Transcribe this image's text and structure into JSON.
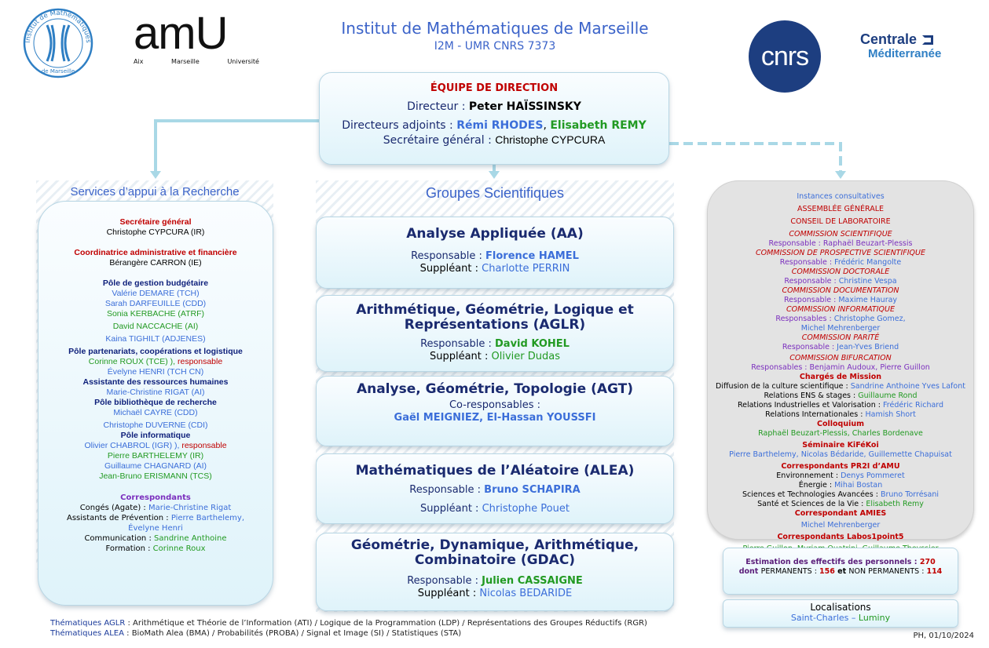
{
  "header": {
    "title": "Institut de Mathématiques de Marseille",
    "subtitle": "I2M - UMR CNRS 7373"
  },
  "logos": {
    "imm_ring_text": "Institut de Mathématiques",
    "imm_bottom_text": "de Marseille",
    "amu_mark": "amU",
    "amu_words": [
      "Aix",
      "Marseille",
      "Université"
    ],
    "cnrs": "cnrs",
    "centrale_line1": "Centrale",
    "centrale_line2": "Méditerranée"
  },
  "direction": {
    "heading": "ÉQUIPE DE DIRECTION",
    "director_label": "Directeur : ",
    "director_name": "Peter HAÏSSINSKY",
    "deputies_label": "Directeurs adjoints : ",
    "deputy1": "Rémi RHODES",
    "sep": ", ",
    "deputy2": "Elisabeth REMY",
    "secgen_label": "Secrétaire général : ",
    "secgen_name": "Christophe CYPCURA"
  },
  "services": {
    "title": "Services d’appui à la Recherche",
    "secgen_heading": "Secrétaire général",
    "secgen_name": "Christophe CYPCURA (IR)",
    "coord_heading": "Coordinatrice administrative et financière",
    "coord_name": "Bérangère CARRON (IE)",
    "budget_heading": "Pôle de gestion budgétaire",
    "budget_members": [
      "Valérie DEMARE (TCH)",
      "Sarah DARFEUILLE (CDD)",
      "Sonia KERBACHE (ATRF)",
      "David NACCACHE (AI)",
      "Kaina TIGHILT (ADJENES)"
    ],
    "partner_heading": "Pôle partenariats, coopérations et logistique",
    "partner_m1": "Corinne ROUX (TCE) ), ",
    "partner_m1_role": "responsable",
    "partner_m2": "Évelyne HENRI (TCH CN)",
    "hr_heading": "Assistante des ressources humaines",
    "hr_name": "Marie-Christine RIGAT (AI)",
    "lib_heading": "Pôle bibliothèque de recherche",
    "lib_members": [
      "Michaël CAYRE (CDD)",
      "Christophe DUVERNE (CDI)"
    ],
    "it_heading": "Pôle informatique",
    "it_m1": "Olivier CHABROL (IGR) ), ",
    "it_m1_role": "responsable",
    "it_members": [
      "Pierre BARTHELEMY (IR)",
      "Guillaume CHAGNARD (AI)",
      "Jean-Bruno ERISMANN (TCS)"
    ],
    "corr_heading": "Correspondants",
    "conges_label": "Congés (Agate) : ",
    "conges_name": "Marie-Christine Rigat",
    "prev_label": "Assistants de Prévention : ",
    "prev_names1": "Pierre Barthelemy,",
    "prev_names2": "Évelyne Henri",
    "comm_label": "Communication : ",
    "comm_name": "Sandrine Anthoine",
    "form_label": "Formation : ",
    "form_name": "Corinne Roux"
  },
  "groups": {
    "title": "Groupes Scientifiques",
    "items": [
      {
        "title": "Analyse Appliquée (AA)",
        "resp_label": "Responsable : ",
        "resp": "Florence HAMEL",
        "supp_label": "Suppléant : ",
        "supp": "Charlotte PERRIN"
      },
      {
        "title": "Arithmétique, Géométrie, Logique et Représentations (AGLR)",
        "resp_label": "Responsable : ",
        "resp": "David KOHEL",
        "supp_label": "Suppléant : ",
        "supp": "Olivier Dudas"
      },
      {
        "title": "Analyse, Géométrie, Topologie (AGT)",
        "resp_label": "Co-responsables :",
        "resp": "Gaël MEIGNIEZ, El-Hassan YOUSSFI"
      },
      {
        "title": "Mathématiques de l’Aléatoire (ALEA)",
        "resp_label": "Responsable : ",
        "resp": "Bruno SCHAPIRA",
        "supp_label": "Suppléant : ",
        "supp": "Christophe Pouet"
      },
      {
        "title": "Géométrie, Dynamique, Arithmétique, Combinatoire (GDAC)",
        "resp_label": "Responsable : ",
        "resp": "Julien CASSAIGNE",
        "supp_label": "Suppléant : ",
        "supp": "Nicolas BEDARIDE"
      }
    ]
  },
  "instances": {
    "title": "Instances consultatives",
    "ag": "ASSEMBLÉE GÉNÉRALE",
    "cl": "CONSEIL DE LABORATOIRE",
    "cs": "COMMISSION SCIENTIFIQUE",
    "cs_resp_label": "Responsable : ",
    "cs_resp": "Raphaël Beuzart-Plessis",
    "cps": "COMMISSION DE PROSPECTIVE SCIENTIFIQUE",
    "cps_resp_label": "Responsable : ",
    "cps_resp": "Frédéric Mangolte",
    "cd": "COMMISSION DOCTORALE",
    "cd_resp_label": "Responsable : ",
    "cd_resp": "Christine Vespa",
    "cdoc": "COMMISSION DOCUMENTATION",
    "cdoc_resp_label": "Responsable : ",
    "cdoc_resp": "Maxime Hauray",
    "ci": "COMMISSION INFORMATIQUE",
    "ci_resp_label": "Responsables : ",
    "ci_resp": "Christophe Gomez,",
    "ci_resp2": "Michel Mehrenberger",
    "cp": "COMMISSION PARITÉ",
    "cp_resp_label": "Responsable : ",
    "cp_resp": "Jean-Yves Briend",
    "cb": "COMMISSION BIFURCATION",
    "cb_resp_label": "Responsables : ",
    "cb_resp": "Benjamin Audoux, Pierre Guillon",
    "cm": "Chargés de Mission",
    "cm_diff_label": "Diffusion de la culture scientifique : ",
    "cm_diff": "Sandrine Anthoine  Yves Lafont",
    "cm_ens_label": "Relations ENS & stages : ",
    "cm_ens": "Guillaume Rond",
    "cm_ind_label": "Relations Industrielles et Valorisation : ",
    "cm_ind": "Frédéric Richard",
    "cm_int_label": "Relations Internationales : ",
    "cm_int": "Hamish Short",
    "coll": "Colloquium",
    "coll_names": "Raphaël Beuzart-Plessis, Charles  Bordenave",
    "kif": "Séminaire KiFéKoi",
    "kif_names": "Pierre Barthelemy, Nicolas Bédaride, Guillemette Chapuisat",
    "pr2i": "Correspondants PR2I d’AMU",
    "pr2i_env_label": "Environnement : ",
    "pr2i_env": "Denys Pommeret",
    "pr2i_en_label": "Énergie : ",
    "pr2i_en": "Mihai Bostan",
    "pr2i_sta_label": "Sciences et Technologies Avancées : ",
    "pr2i_sta": "Bruno Torrésani",
    "pr2i_sv_label": "Santé et Sciences de la Vie : ",
    "pr2i_sv": "Elisabeth Remy",
    "amies": "Correspondant AMIES",
    "amies_name": "Michel Mehrenberger",
    "labos": "Correspondants Labos1point5",
    "labos_names": "Pierre Guillon, Myriam Quatrini, Guillaume Theyssier"
  },
  "effectifs": {
    "line1_label": "Estimation des effectifs des personnels : ",
    "total": "270",
    "dont": "dont ",
    "perm_label": "PERMANENTS : ",
    "perm": "156",
    "et": "  et  ",
    "nonperm_label": "NON PERMANENTS : ",
    "nonperm": "114"
  },
  "localisations": {
    "title": "Localisations",
    "site1": "Saint-Charles",
    "sep": "  –  ",
    "site2": "Luminy"
  },
  "footer": {
    "aglr_label": "Thématiques AGLR",
    "aglr_text": " : Arithmétique et Théorie de l’Information (ATI) / Logique de la Programmation (LDP) / Représentations des Groupes Réductifs (RGR)",
    "alea_label": "Thématiques ALEA",
    "alea_text": " : BioMath Alea (BMA) / Probabilités (PROBA) / Signal et Image (SI) / Statistiques (STA)",
    "date": "PH, 01/10/2024"
  },
  "colors": {
    "title_blue": "#3b63c9",
    "connector": "#a9d8e6",
    "red": "#c00000",
    "green": "#229a22",
    "purple": "#7b2fbe",
    "navy": "#0d1f7a"
  }
}
